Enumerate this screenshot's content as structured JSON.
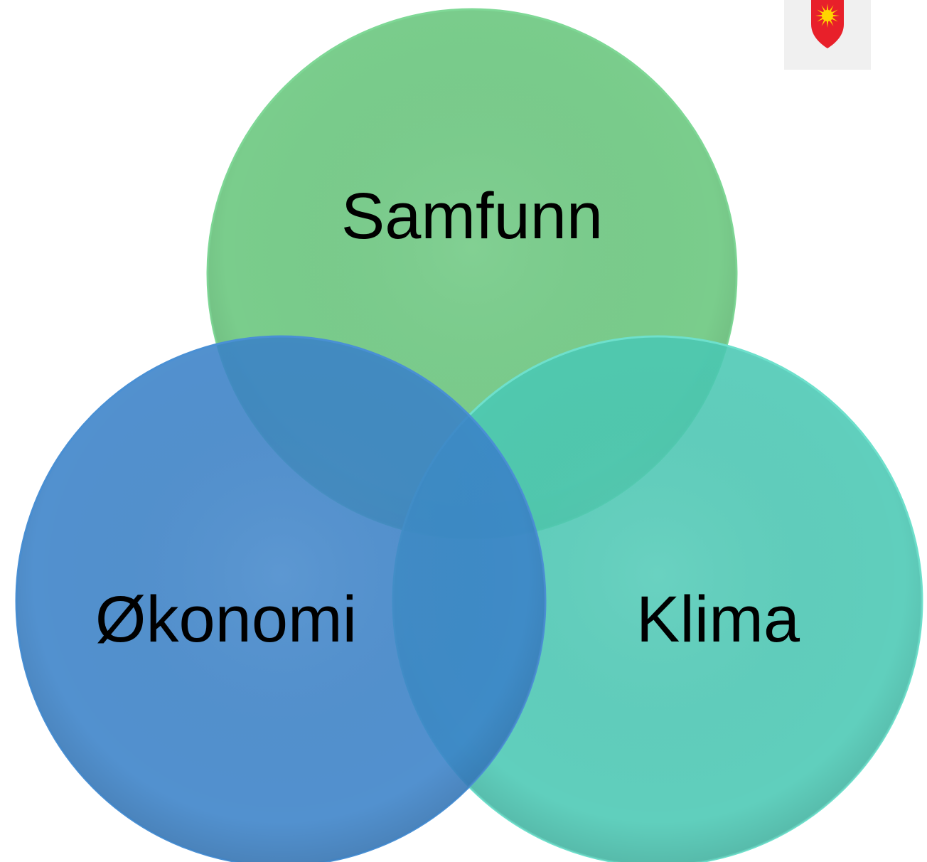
{
  "diagram": {
    "type": "venn",
    "sets": [
      {
        "id": "samfunn",
        "label": "Samfunn",
        "color": "#6cc880"
      },
      {
        "id": "okonomi",
        "label": "Økonomi",
        "color": "#3a82c8"
      },
      {
        "id": "klima",
        "label": "Klima",
        "color": "#4ac8b4"
      }
    ]
  },
  "logo": {
    "icon": "coat-of-arms-shield-sun-icon",
    "shield_color": "#e8202a",
    "sun_color": "#ffd400"
  }
}
